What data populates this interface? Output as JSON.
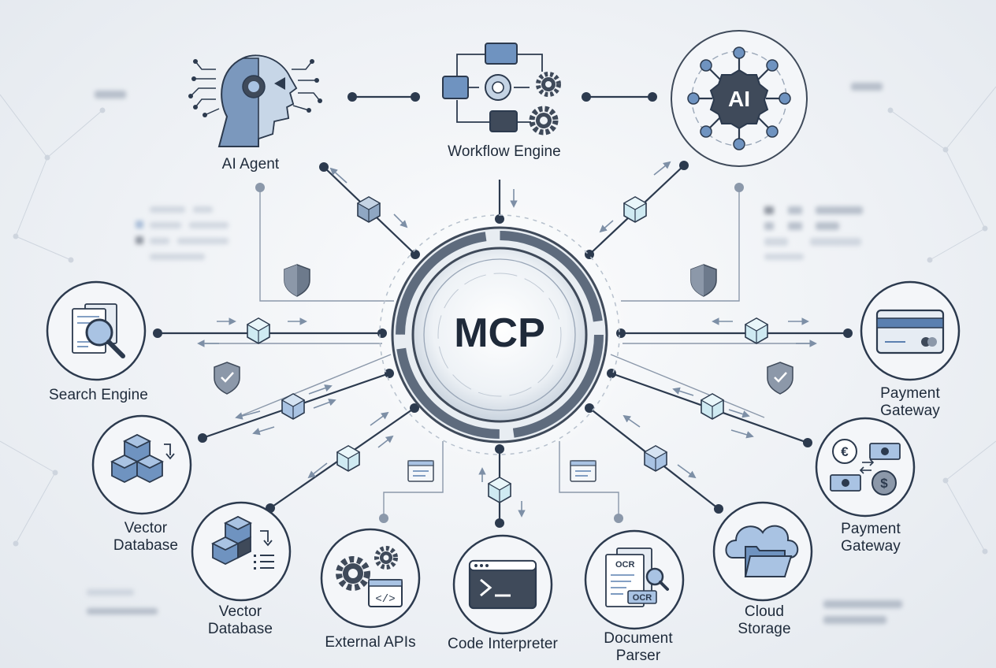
{
  "hub": {
    "label": "MCP"
  },
  "nodes": [
    {
      "id": "ai-agent",
      "label": "AI Agent",
      "icon": "robot-head-icon"
    },
    {
      "id": "workflow-engine",
      "label": "Workflow Engine",
      "icon": "flowchart-icon"
    },
    {
      "id": "ai-core",
      "label": "AI",
      "icon": "ai-chip-icon"
    },
    {
      "id": "search-engine",
      "label": "Search Engine",
      "icon": "document-search-icon"
    },
    {
      "id": "payment-gateway-card",
      "label": "Payment\nGateway",
      "icon": "credit-card-icon"
    },
    {
      "id": "vector-database-1",
      "label": "Vector\nDatabase",
      "icon": "cubes-icon"
    },
    {
      "id": "payment-gateway-exchange",
      "label": "Payment\nGateway",
      "icon": "currency-exchange-icon"
    },
    {
      "id": "vector-database-2",
      "label": "Vector\nDatabase",
      "icon": "cubes-list-icon"
    },
    {
      "id": "external-apis",
      "label": "External APIs",
      "icon": "gears-code-icon"
    },
    {
      "id": "code-interpreter",
      "label": "Code Interpreter",
      "icon": "terminal-icon"
    },
    {
      "id": "document-parser",
      "label": "Document\nParser",
      "icon": "ocr-document-icon"
    },
    {
      "id": "cloud-storage",
      "label": "Cloud\nStorage",
      "icon": "cloud-folder-icon"
    }
  ],
  "ocr_text": "OCR",
  "ai_text": "AI",
  "colors": {
    "line": "#2c3a4e",
    "accent": "#5b80b0",
    "accent_light": "#a9c3e3",
    "dark": "#3f4a5a",
    "packet": "#d6ecf3"
  }
}
